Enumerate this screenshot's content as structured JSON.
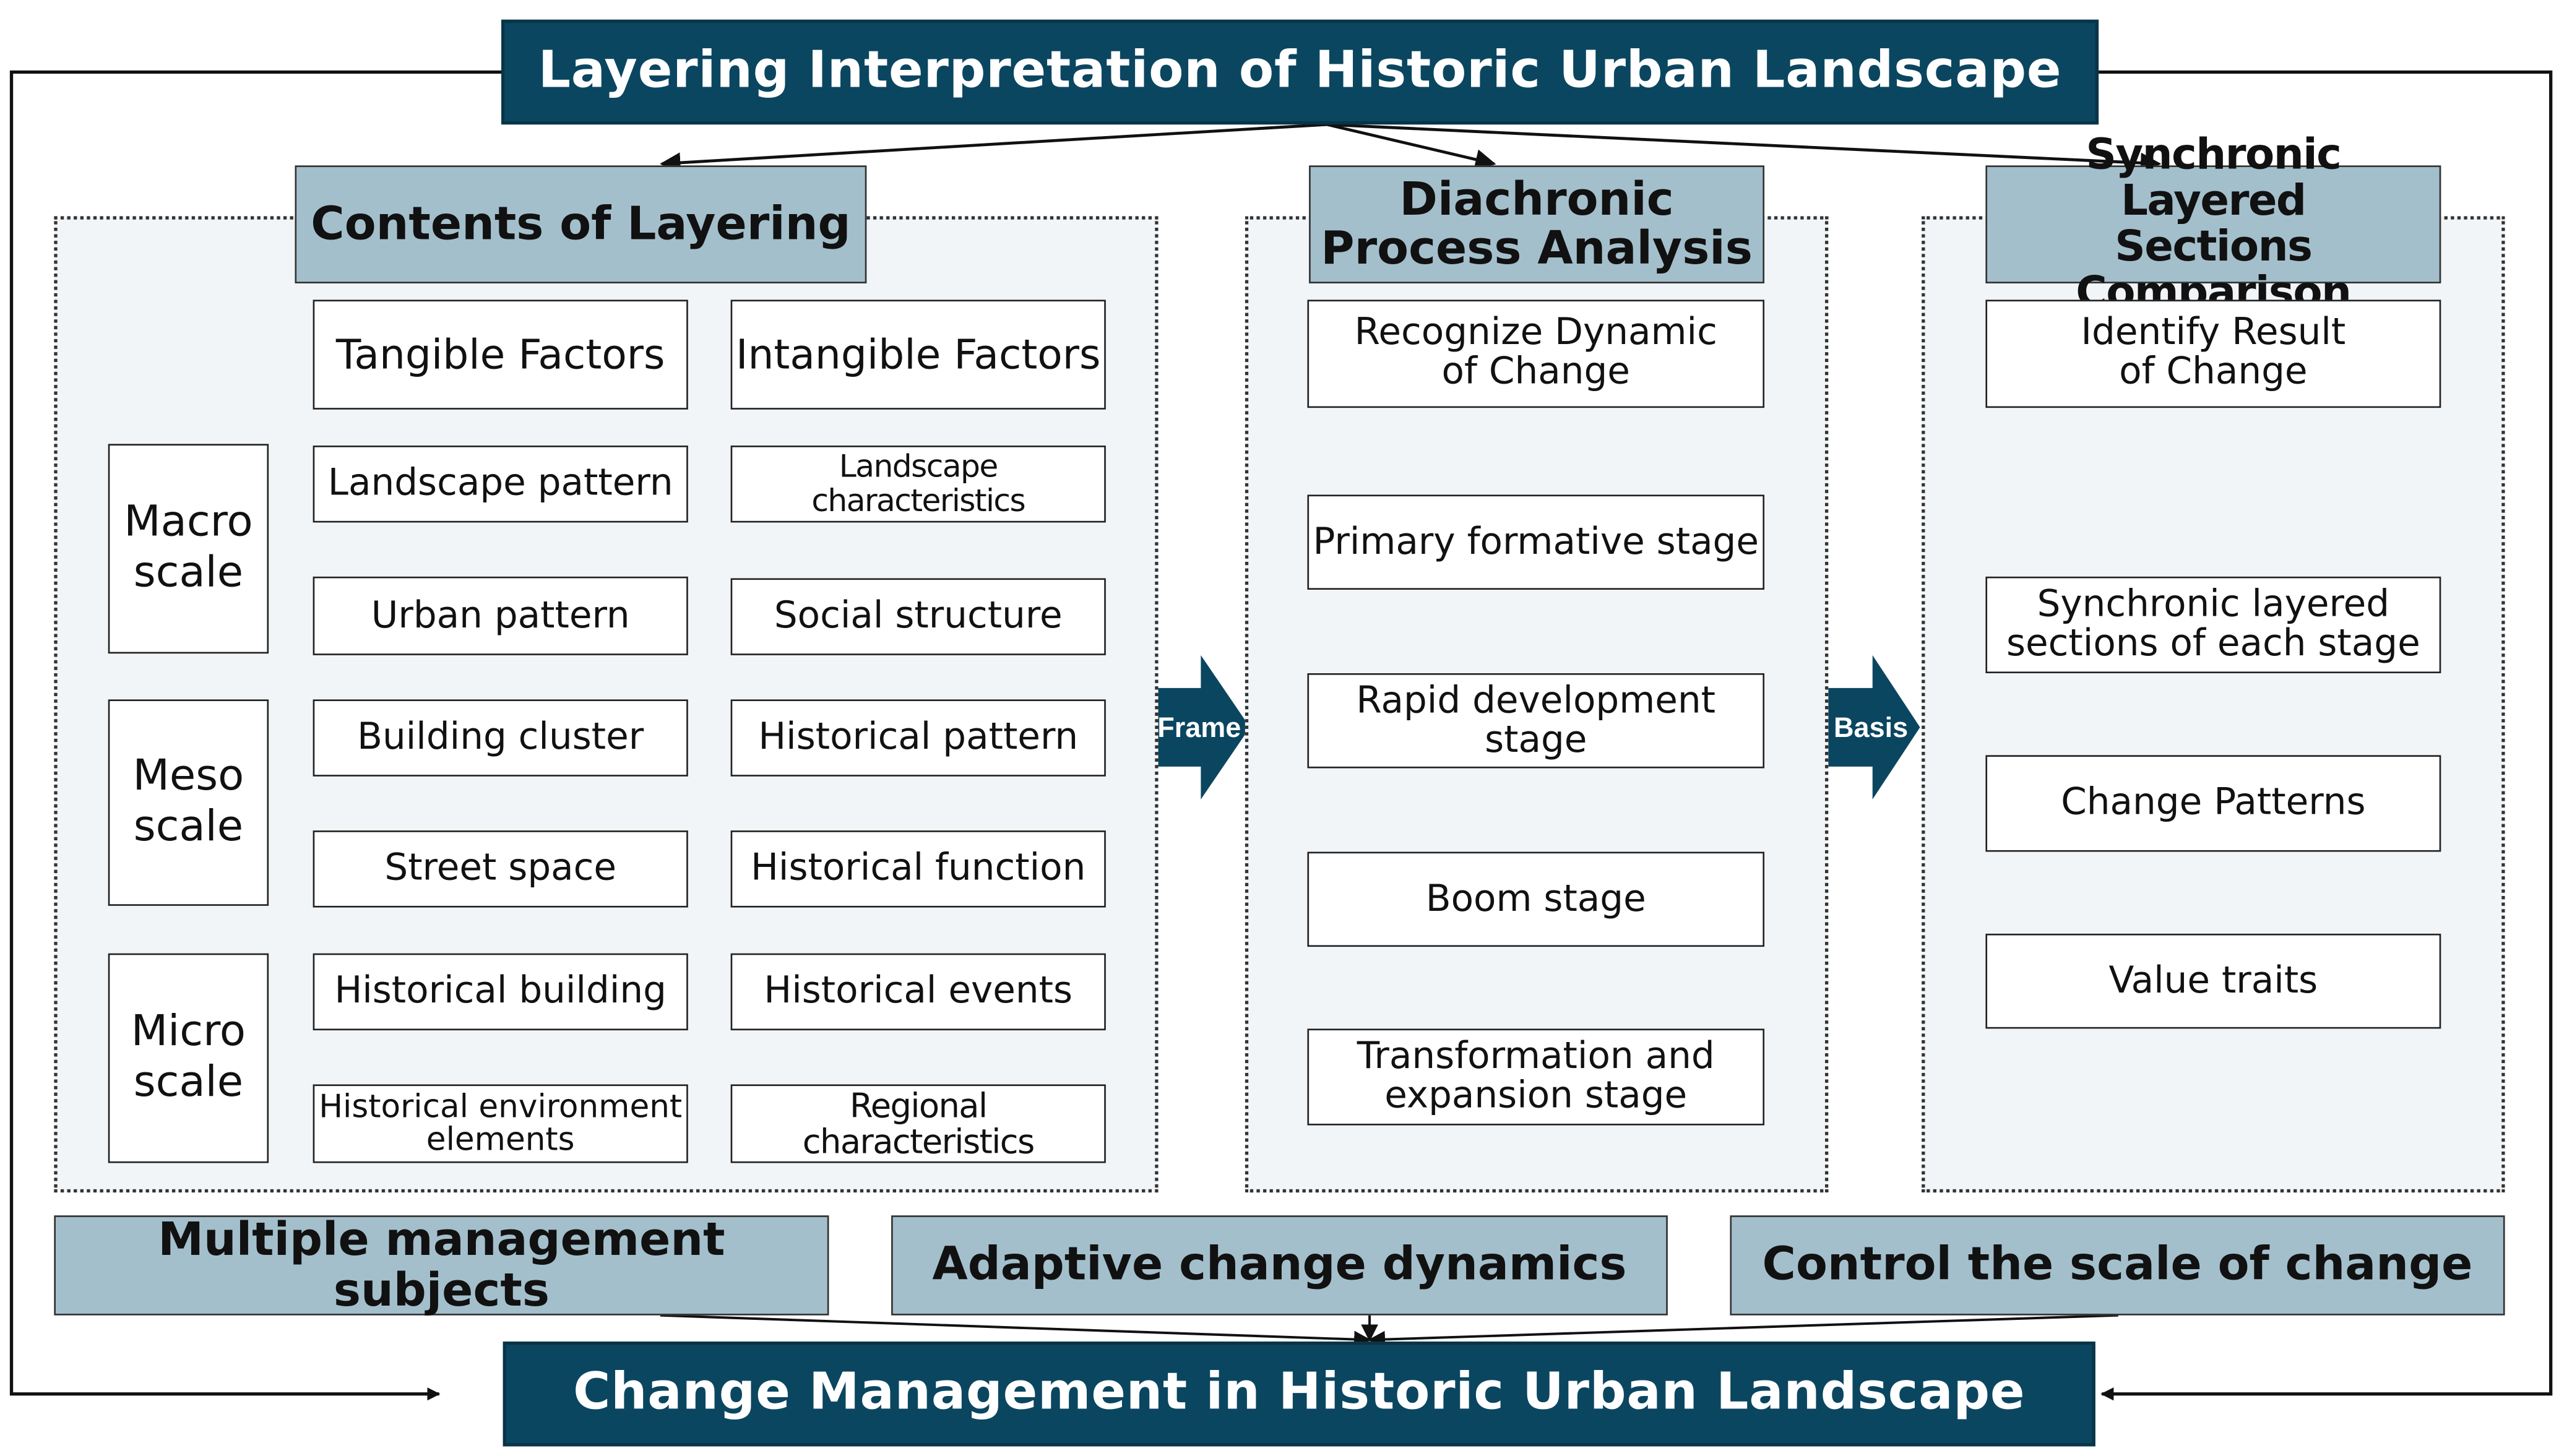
{
  "header": {
    "title": "Layering Interpretation of Historic Urban Landscape"
  },
  "footer": {
    "title": "Change Management in Historic Urban Landscape"
  },
  "contents": {
    "title": "Contents of Layering",
    "tangible_header": "Tangible Factors",
    "intangible_header": "Intangible Factors",
    "scales": [
      {
        "line1": "Macro",
        "line2": "scale"
      },
      {
        "line1": "Meso",
        "line2": "scale"
      },
      {
        "line1": "Micro",
        "line2": "scale"
      }
    ],
    "tangible": [
      {
        "line1": "Landscape pattern",
        "line2": ""
      },
      {
        "line1": "Urban pattern",
        "line2": ""
      },
      {
        "line1": "Building cluster",
        "line2": ""
      },
      {
        "line1": "Street space",
        "line2": ""
      },
      {
        "line1": "Historical building",
        "line2": ""
      },
      {
        "line1": "Historical environment",
        "line2": "elements"
      }
    ],
    "intangible": [
      "Landscape characteristics",
      "Social structure",
      "Historical pattern",
      "Historical function",
      "Historical events",
      "Regional characteristics"
    ]
  },
  "diachronic": {
    "title_line1": "Diachronic",
    "title_line2": "Process Analysis",
    "head_line1": "Recognize Dynamic",
    "head_line2": "of Change",
    "stages": [
      {
        "line1": "Primary formative stage",
        "line2": ""
      },
      {
        "line1": "Rapid development stage",
        "line2": ""
      },
      {
        "line1": "Boom stage",
        "line2": ""
      },
      {
        "line1": "Transformation and",
        "line2": "expansion stage"
      }
    ]
  },
  "synchronic": {
    "title_line1": "Synchronic Layered",
    "title_line2": "Sections Comparison",
    "head_line1": "Identify Result",
    "head_line2": "of Change",
    "steps": [
      {
        "line1": "Synchronic layered",
        "line2": "sections of each stage"
      },
      {
        "line1": "Change Patterns",
        "line2": ""
      },
      {
        "line1": "Value traits",
        "line2": ""
      }
    ]
  },
  "arrows": {
    "frame": "Frame",
    "basis": "Basis"
  },
  "bottom_bars": [
    "Multiple management subjects",
    "Adaptive change dynamics",
    "Control the scale of change"
  ],
  "colors": {
    "dark": "#0b4660",
    "mid": "#a4bfcc",
    "panel": "#f1f5f7"
  }
}
